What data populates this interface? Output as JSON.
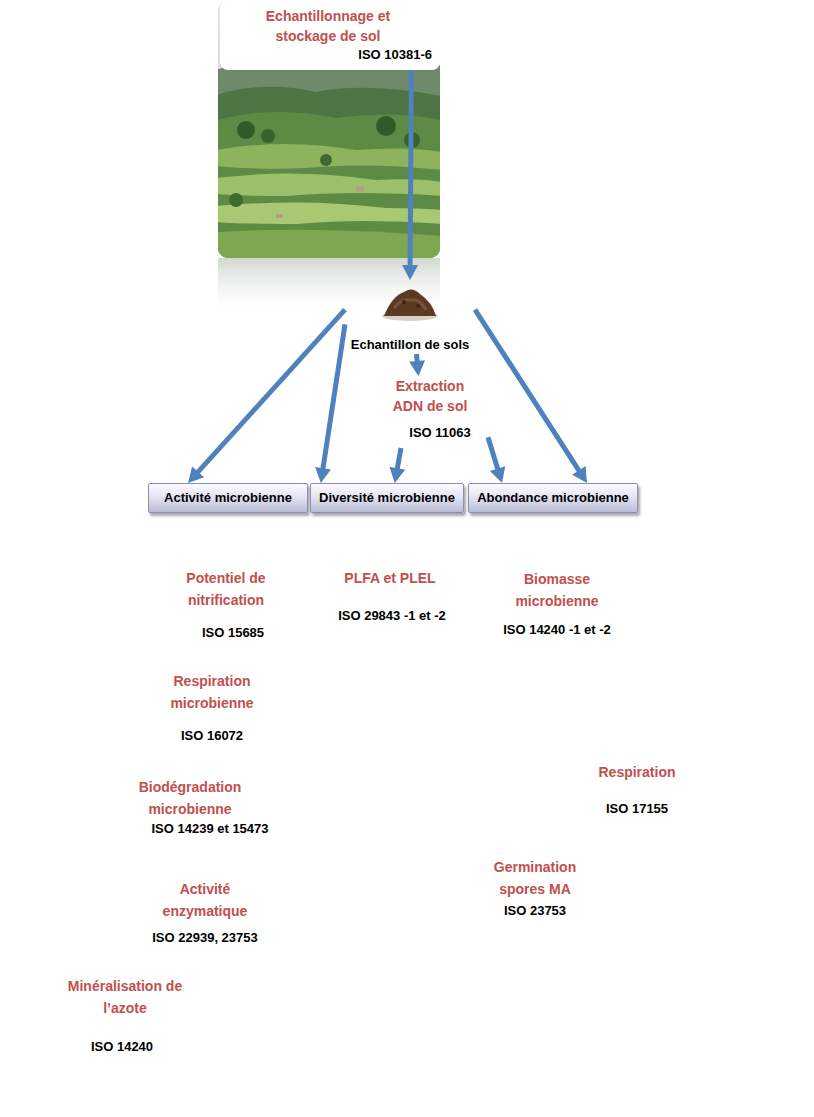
{
  "diagram": {
    "nodes": [
      {
        "text": [
          "Echantillonnage et stockage de sol",
          "ISO 10381-6"
        ]
      },
      {
        "text": [
          "Echantillon de sols"
        ]
      },
      {
        "text": [
          "Extraction ADN de sol",
          "ISO 11063"
        ]
      },
      {
        "text": [
          "Activité microbienne"
        ]
      },
      {
        "text": [
          "Diversité microbienne"
        ]
      },
      {
        "text": [
          "Abondance microbienne"
        ]
      }
    ],
    "edges": [
      {
        "from": 0,
        "to": 1,
        "arrow": "to"
      },
      {
        "from": 1,
        "to": 3,
        "arrow": "to"
      },
      {
        "from": 1,
        "to": 4,
        "arrow": "to"
      },
      {
        "from": 1,
        "to": 2,
        "arrow": "to"
      },
      {
        "from": 1,
        "to": 5,
        "arrow": "to"
      },
      {
        "from": 2,
        "to": 4,
        "arrow": "to"
      },
      {
        "from": 2,
        "to": 5,
        "arrow": "to"
      }
    ],
    "labels": [
      "Potentiel de nitrification",
      "ISO 15685",
      "Respiration microbienne",
      "ISO 16072",
      "Biodégradation microbienne",
      "ISO 14239 et 15473",
      "Activité enzymatique",
      "ISO 22939, 23753",
      "Minéralisation de l’azote",
      "ISO 14240",
      "PLFA et PLEL",
      "ISO 29843 -1 et -2",
      "Biomasse microbienne",
      "ISO 14240 -1 et -2",
      "Respiration",
      "ISO 17155",
      "Germination spores MA",
      "ISO 23753"
    ]
  }
}
